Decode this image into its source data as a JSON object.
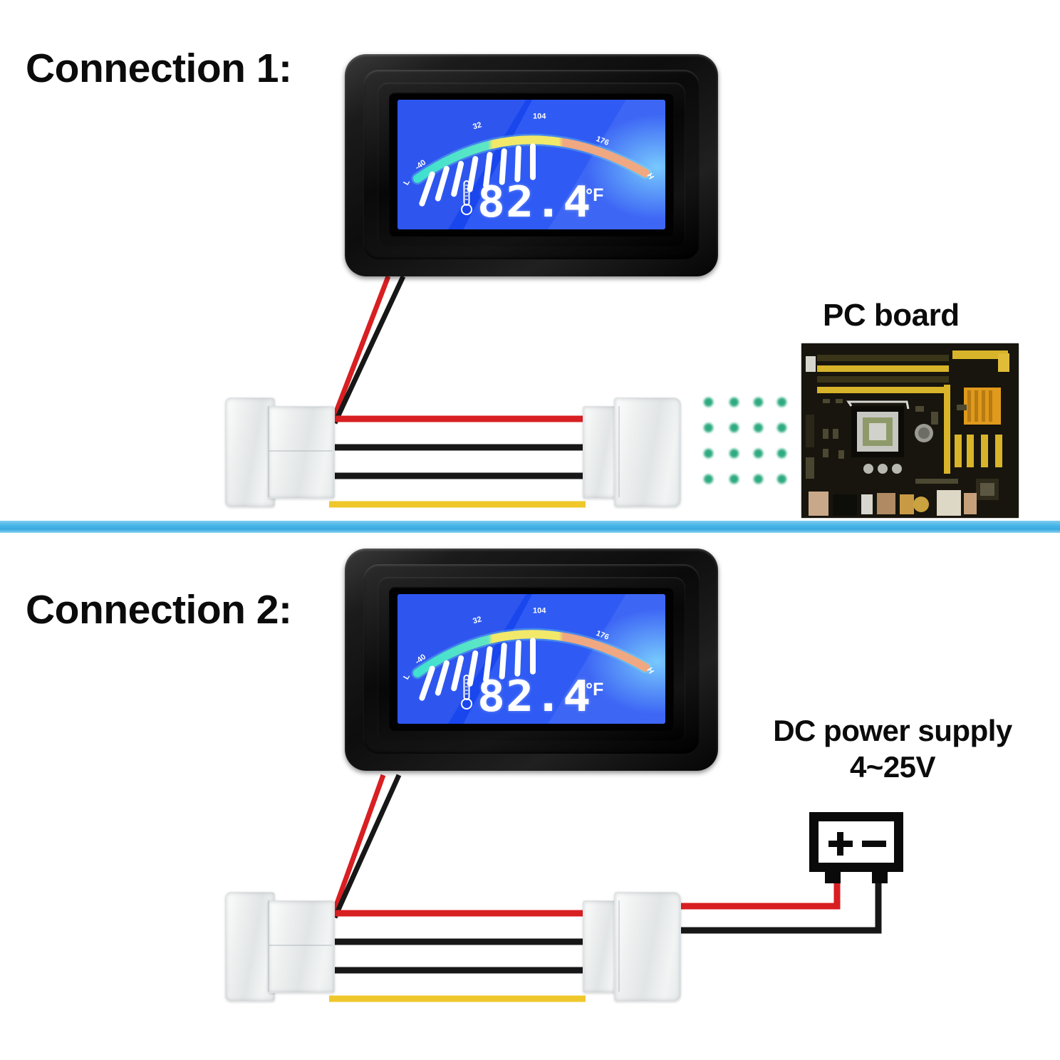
{
  "page": {
    "background": "#ffffff",
    "divider_color": "#49b6e8"
  },
  "sections": [
    {
      "id": "connection-1",
      "title": "Connection 1:"
    },
    {
      "id": "connection-2",
      "title": "Connection 2:"
    }
  ],
  "labels": {
    "pc_board": "PC board",
    "dc_power_supply": "DC power supply",
    "dc_power_voltage": "4~25V"
  },
  "meter": {
    "reading": "82.4",
    "unit_degree": "°",
    "unit_scale": "F",
    "gauge": {
      "low_marker": "L",
      "high_marker": "H",
      "ticks": [
        "-40",
        "32",
        "104",
        "176"
      ],
      "bar_count": 8,
      "zone_colors": [
        "#3fe0d0",
        "#f2e96a",
        "#f0a882"
      ],
      "lcd_background": "#1f4bf0",
      "segment_color": "#ffffff"
    },
    "bezel_color": "#101010"
  },
  "power_supply": {
    "plus_symbol": "+",
    "minus_symbol": "−",
    "body_color": "#0a0a0a"
  },
  "wiring": {
    "colors": {
      "red": "#d81f22",
      "black": "#171717",
      "yellow": "#efc72b",
      "white_sheath": "#ffffff"
    },
    "molex_pins": [
      "red",
      "black",
      "black",
      "yellow"
    ],
    "connector_color": "#eef0f0"
  },
  "dot_grid": {
    "rows": 4,
    "cols": 4,
    "color": "#2daa80"
  },
  "pc_board_graphic": {
    "pcb_color": "#16140c",
    "slot_color": "#d8b42a",
    "socket_color": "#c9c9c9"
  }
}
